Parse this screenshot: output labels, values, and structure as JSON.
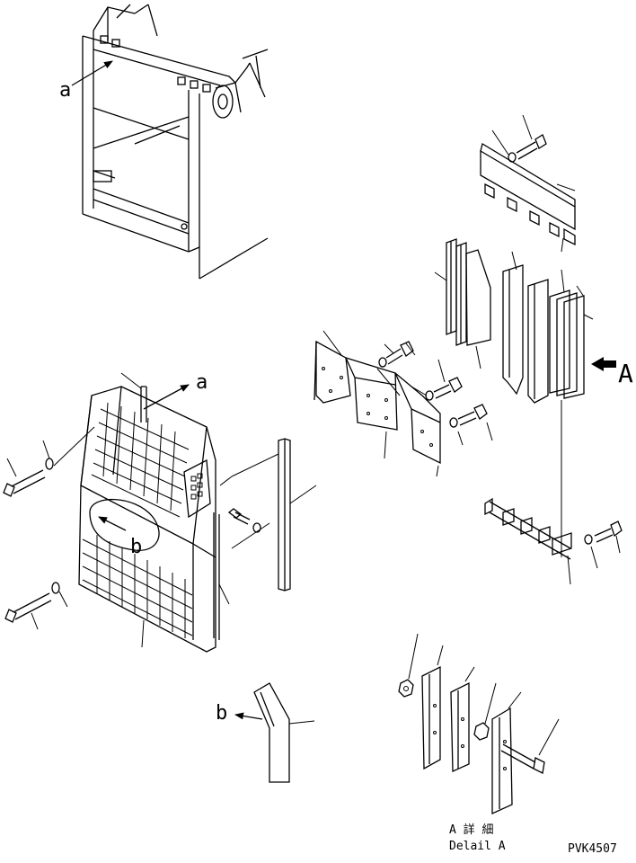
{
  "labels": {
    "ref_a_top": "a",
    "ref_a_grille": "a",
    "ref_b_grille": "b",
    "ref_b_strip": "b",
    "view_A": "A",
    "detail_jp": "A 詳 細",
    "detail_en": "Delail A",
    "drawing_code": "PVK4507"
  }
}
